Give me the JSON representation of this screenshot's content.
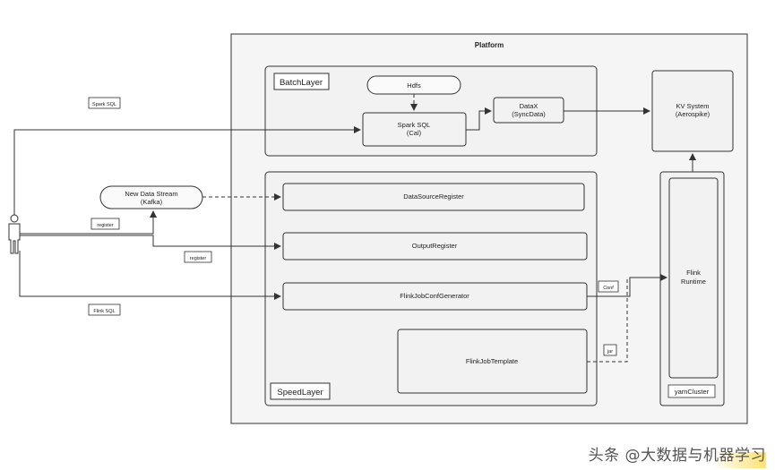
{
  "platform": {
    "title": "Platform"
  },
  "batch_layer": {
    "title": "BatchLayer",
    "hdfs": "Hdfs",
    "spark_sql_line1": "Spark SQL",
    "spark_sql_line2": "(Cal)",
    "datax_line1": "DataX",
    "datax_line2": "(SyncData)"
  },
  "kv_system": {
    "line1": "KV System",
    "line2": "(Aerospike)"
  },
  "speed_layer": {
    "title": "SpeedLayer",
    "datasource_register": "DataSourceRegister",
    "output_register": "OutputRegister",
    "flink_job_conf_generator": "FlinkJobConfGenerator",
    "flink_job_template": "FlinkJobTemplate"
  },
  "yarn_cluster": {
    "title": "yarnCluster",
    "flink_runtime_line1": "Flink",
    "flink_runtime_line2": "Runtime"
  },
  "new_data_stream": {
    "line1": "New Data Stream",
    "line2": "(Kafka)"
  },
  "edge_labels": {
    "spark_sql": "Spark SQL",
    "register_1": "register",
    "register_2": "register",
    "flink_sql": "Flink SQL",
    "conf": "Conf",
    "jar": "jar"
  },
  "watermark": "头条 @大数据与机器学习"
}
